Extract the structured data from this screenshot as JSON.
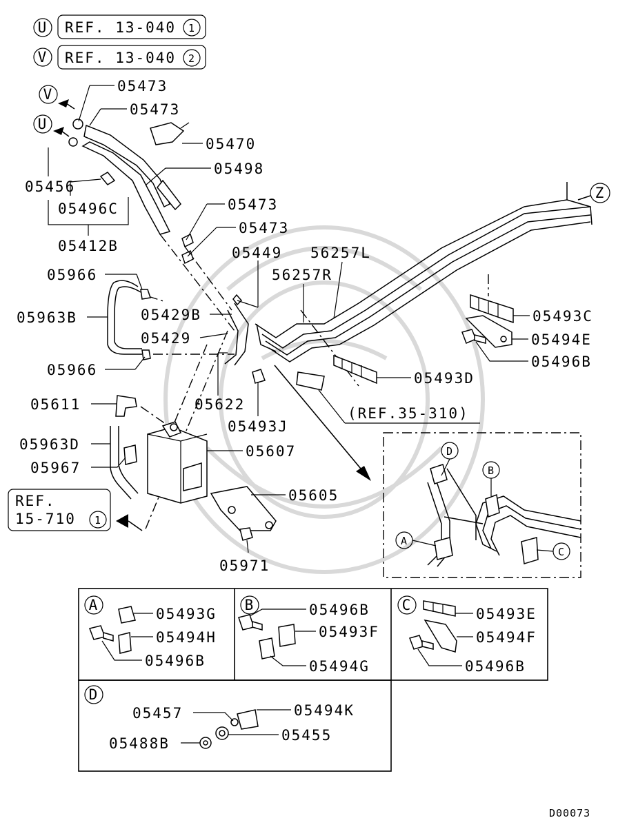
{
  "refs": {
    "u": {
      "marker": "U",
      "label": "REF. 13-040",
      "sub": "1"
    },
    "v": {
      "marker": "V",
      "label": "REF. 13-040",
      "sub": "2"
    },
    "canister_ref_line1": "REF.",
    "canister_ref_line2": "15-710",
    "canister_ref_sub": "1",
    "ref_35_310": "(REF.35-310)"
  },
  "arrow_markers": {
    "v": "V",
    "u": "U",
    "z": "Z"
  },
  "parts": {
    "p05473a": "05473",
    "p05473b": "05473",
    "p05470": "05470",
    "p05498": "05498",
    "p05456": "05456",
    "p05496c": "05496C",
    "p05412b": "05412B",
    "p05473c": "05473",
    "p05473d": "05473",
    "p05449": "05449",
    "p56257l": "56257L",
    "p56257r": "56257R",
    "p05966a": "05966",
    "p05963b": "05963B",
    "p05429b": "05429B",
    "p05429": "05429",
    "p05966b": "05966",
    "p05622": "05622",
    "p05493j": "05493J",
    "p05493c": "05493C",
    "p05494e": "05494E",
    "p05496b": "05496B",
    "p05493d": "05493D",
    "p05611": "05611",
    "p05963d": "05963D",
    "p05967": "05967",
    "p05607": "05607",
    "p05605": "05605",
    "p05971": "05971"
  },
  "detail_callouts": {
    "a": "A",
    "b": "B",
    "c": "C",
    "d": "D"
  },
  "detail_boxes": {
    "a": {
      "marker": "A",
      "items": [
        "05493G",
        "05494H",
        "05496B"
      ]
    },
    "b": {
      "marker": "B",
      "items": [
        "05496B",
        "05493F",
        "05494G"
      ]
    },
    "c": {
      "marker": "C",
      "items": [
        "05493E",
        "05494F",
        "05496B"
      ]
    },
    "d": {
      "marker": "D",
      "items": [
        "05457",
        "05494K",
        "05488B",
        "05455"
      ]
    }
  },
  "diagram_code": "D00073"
}
